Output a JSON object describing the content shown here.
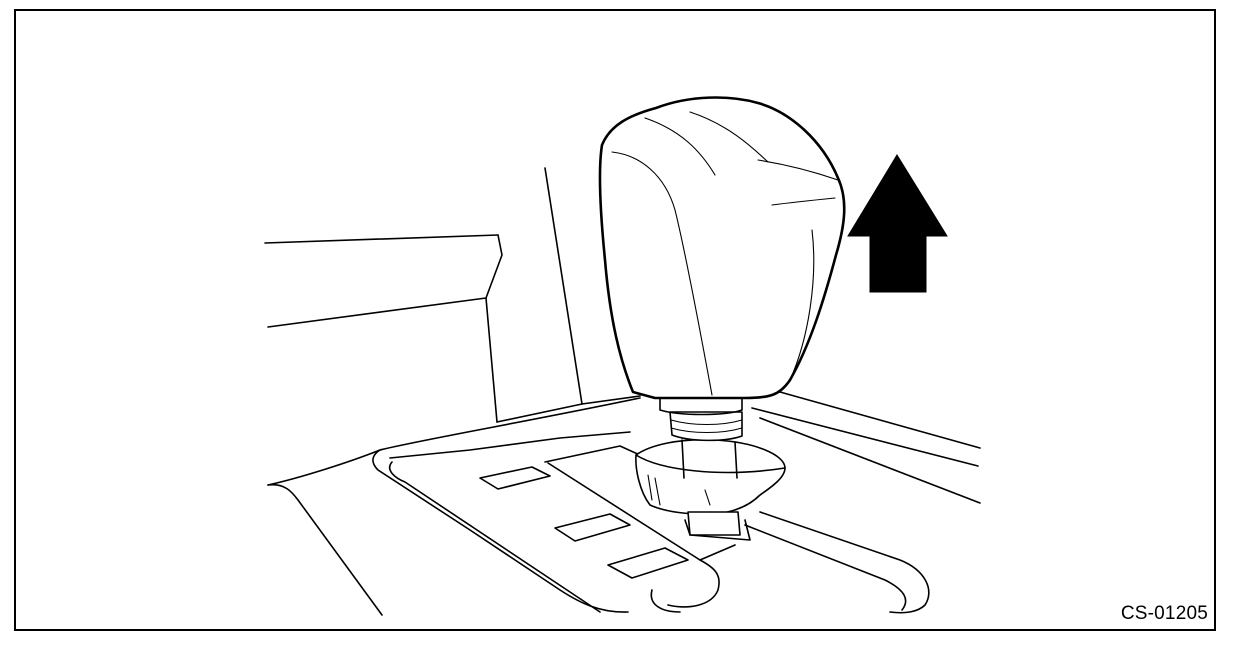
{
  "figure": {
    "code": "CS-01205",
    "arrow_direction": "up",
    "colors": {
      "line": "#000000",
      "background": "#ffffff",
      "arrow": "#000000"
    },
    "icons": [
      "shift-knob-illustration",
      "up-arrow-icon"
    ]
  }
}
